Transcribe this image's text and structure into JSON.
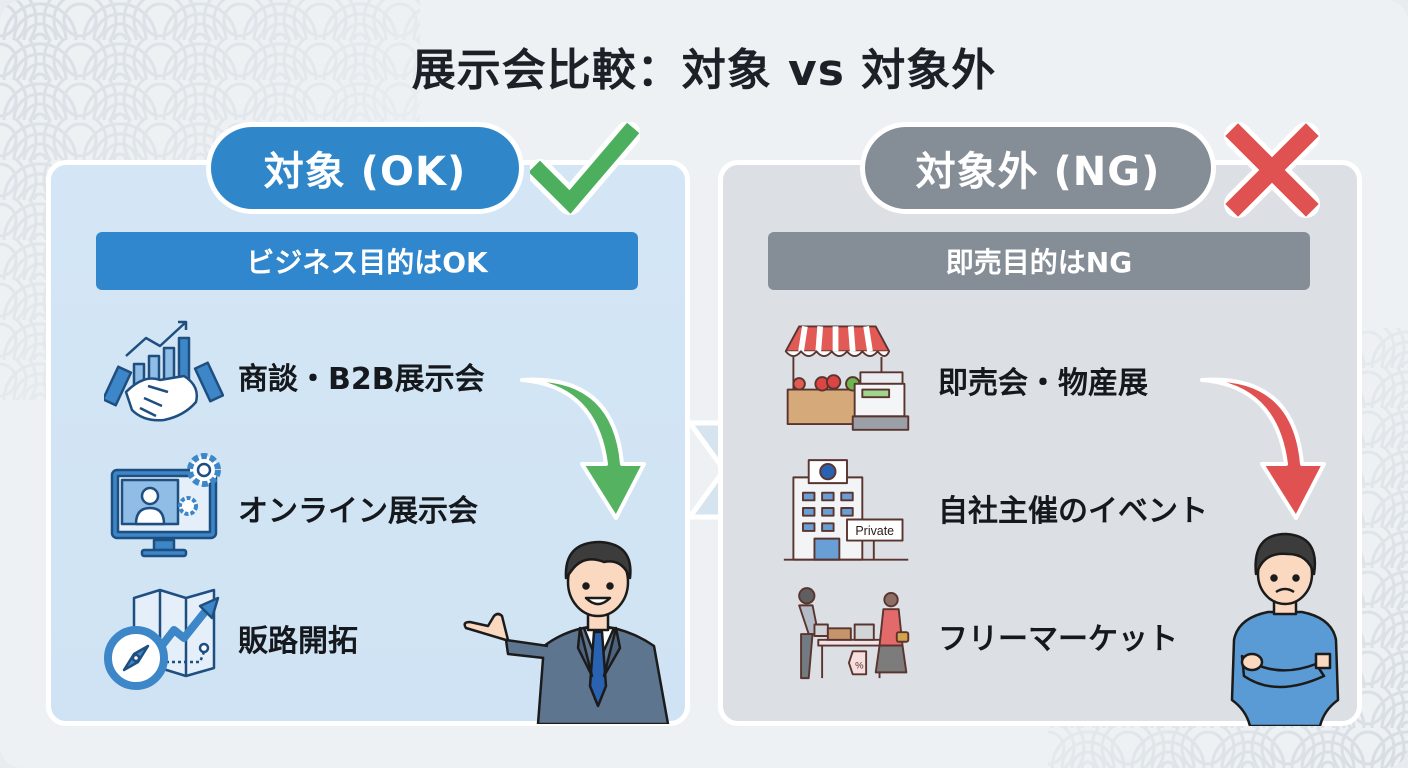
{
  "title": "展示会比較：対象 vs 対象外",
  "left": {
    "badge": "対象 (OK)",
    "mark": "check-mark",
    "subtitle": "ビジネス目的はOK",
    "items": [
      {
        "label": "商談・B2B展示会",
        "icon": "handshake-growth-icon"
      },
      {
        "label": "オンライン展示会",
        "icon": "monitor-gear-icon"
      },
      {
        "label": "販路開拓",
        "icon": "compass-map-icon"
      }
    ],
    "character": "smiling-businessman"
  },
  "right": {
    "badge": "対象外 (NG)",
    "mark": "cross-mark",
    "subtitle": "即売目的はNG",
    "items": [
      {
        "label": "即売会・物産展",
        "icon": "market-stall-register-icon"
      },
      {
        "label": "自社主催のイベント",
        "icon": "private-building-icon",
        "sign_text": "Private"
      },
      {
        "label": "フリーマーケット",
        "icon": "flea-market-icon",
        "tag_text": "%"
      }
    ],
    "character": "worried-man-arms-crossed"
  },
  "colors": {
    "ok_blue": "#2f86c9",
    "ng_gray": "#858d96",
    "check_green": "#4caf5e",
    "cross_red": "#e05252",
    "panel_ok_bg": "#d4e6f5",
    "panel_ng_bg": "#dcdfe3"
  }
}
